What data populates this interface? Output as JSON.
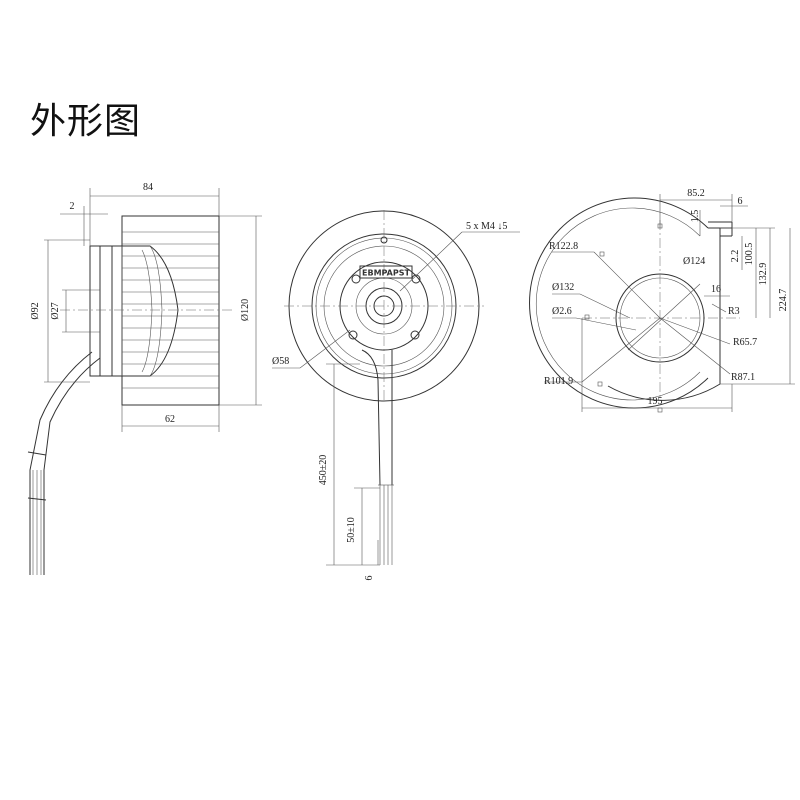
{
  "title": "外形图",
  "side_view": {
    "dims": {
      "width_total": "84",
      "flange_offset": "2",
      "diameter_92": "Ø92",
      "diameter_27": "Ø27",
      "diameter_120": "Ø120",
      "depth_62": "62"
    }
  },
  "front_view": {
    "dims": {
      "screw_spec": "5 x M4 ↓5",
      "hub_diameter": "Ø58",
      "cable_length": "450±20",
      "strip_length": "50±10",
      "wire_end": "6"
    },
    "brand_text": "EBMPAPST"
  },
  "housing_view": {
    "dims": {
      "top_85": "85.2",
      "top_6": "6",
      "v_1_5": "1.5",
      "v_2_2": "2.2",
      "v_100_5": "100.5",
      "v_132_9": "132.9",
      "v_224_7": "224.7",
      "r_122_8": "R122.8",
      "d_124": "Ø124",
      "d_132": "Ø132",
      "d_2_6": "Ø2.6",
      "dim_16": "16",
      "r_3": "R3",
      "r_65_7": "R65.7",
      "r_87_1": "R87.1",
      "r_101_9": "R101.9",
      "width_195": "195"
    }
  }
}
